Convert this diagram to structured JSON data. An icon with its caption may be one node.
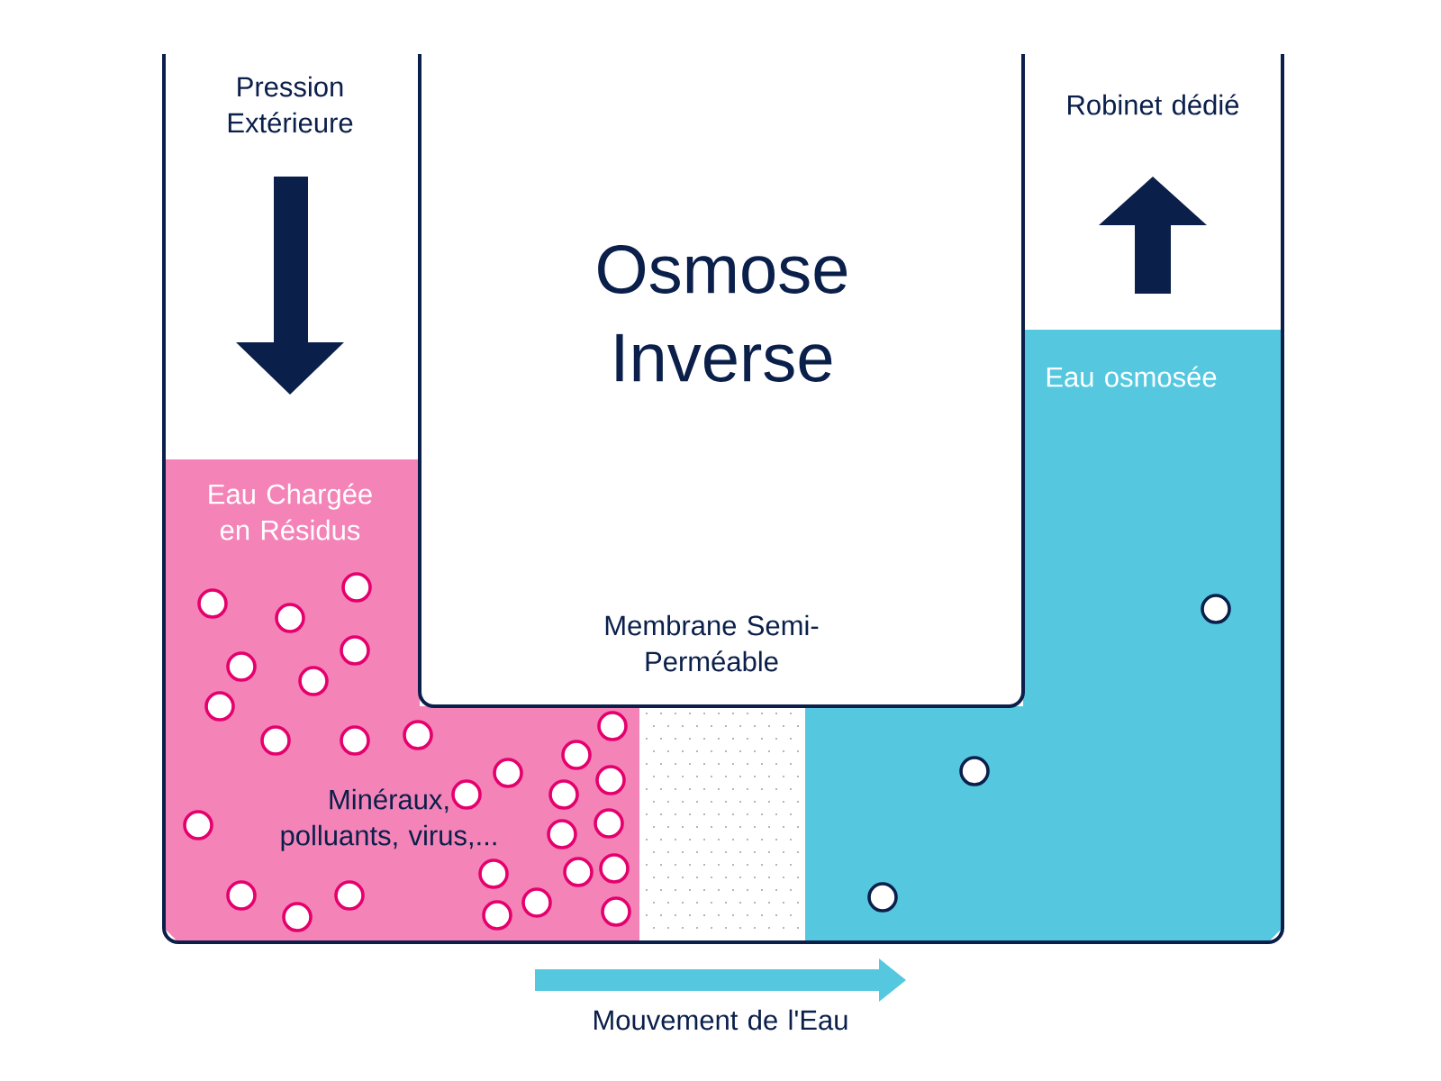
{
  "diagram": {
    "title": "Osmose Inverse",
    "labels": [
      "Pression Extérieure",
      "Robinet dédié",
      "Eau Chargée en Résidus",
      "Eau osmosée",
      "Membrane Semi-Perméable",
      "Minéraux, polluants, virus,...",
      "Mouvement de l'Eau"
    ]
  }
}
